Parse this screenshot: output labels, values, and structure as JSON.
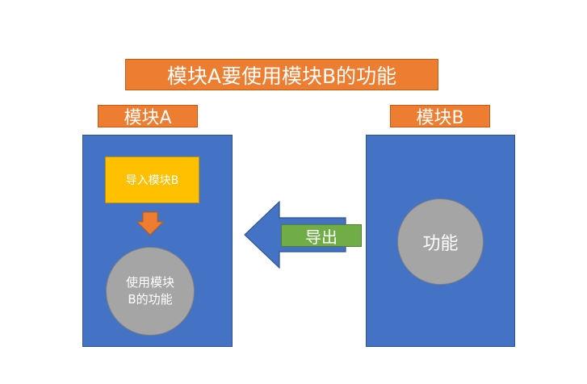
{
  "title": "模块A要使用模块B的功能",
  "module_a": {
    "label": "模块A",
    "import_label": "导入模块B",
    "use_label": "使用模块B的功能"
  },
  "module_b": {
    "label": "模块B",
    "function_label": "功能"
  },
  "export_label": "导出",
  "colors": {
    "title_fill": "#ED7D31",
    "module_fill": "#4472C4",
    "import_fill": "#FFC000",
    "circle_fill": "#A5A5A5",
    "export_fill": "#70AD47",
    "text": "#FFFFFF"
  }
}
